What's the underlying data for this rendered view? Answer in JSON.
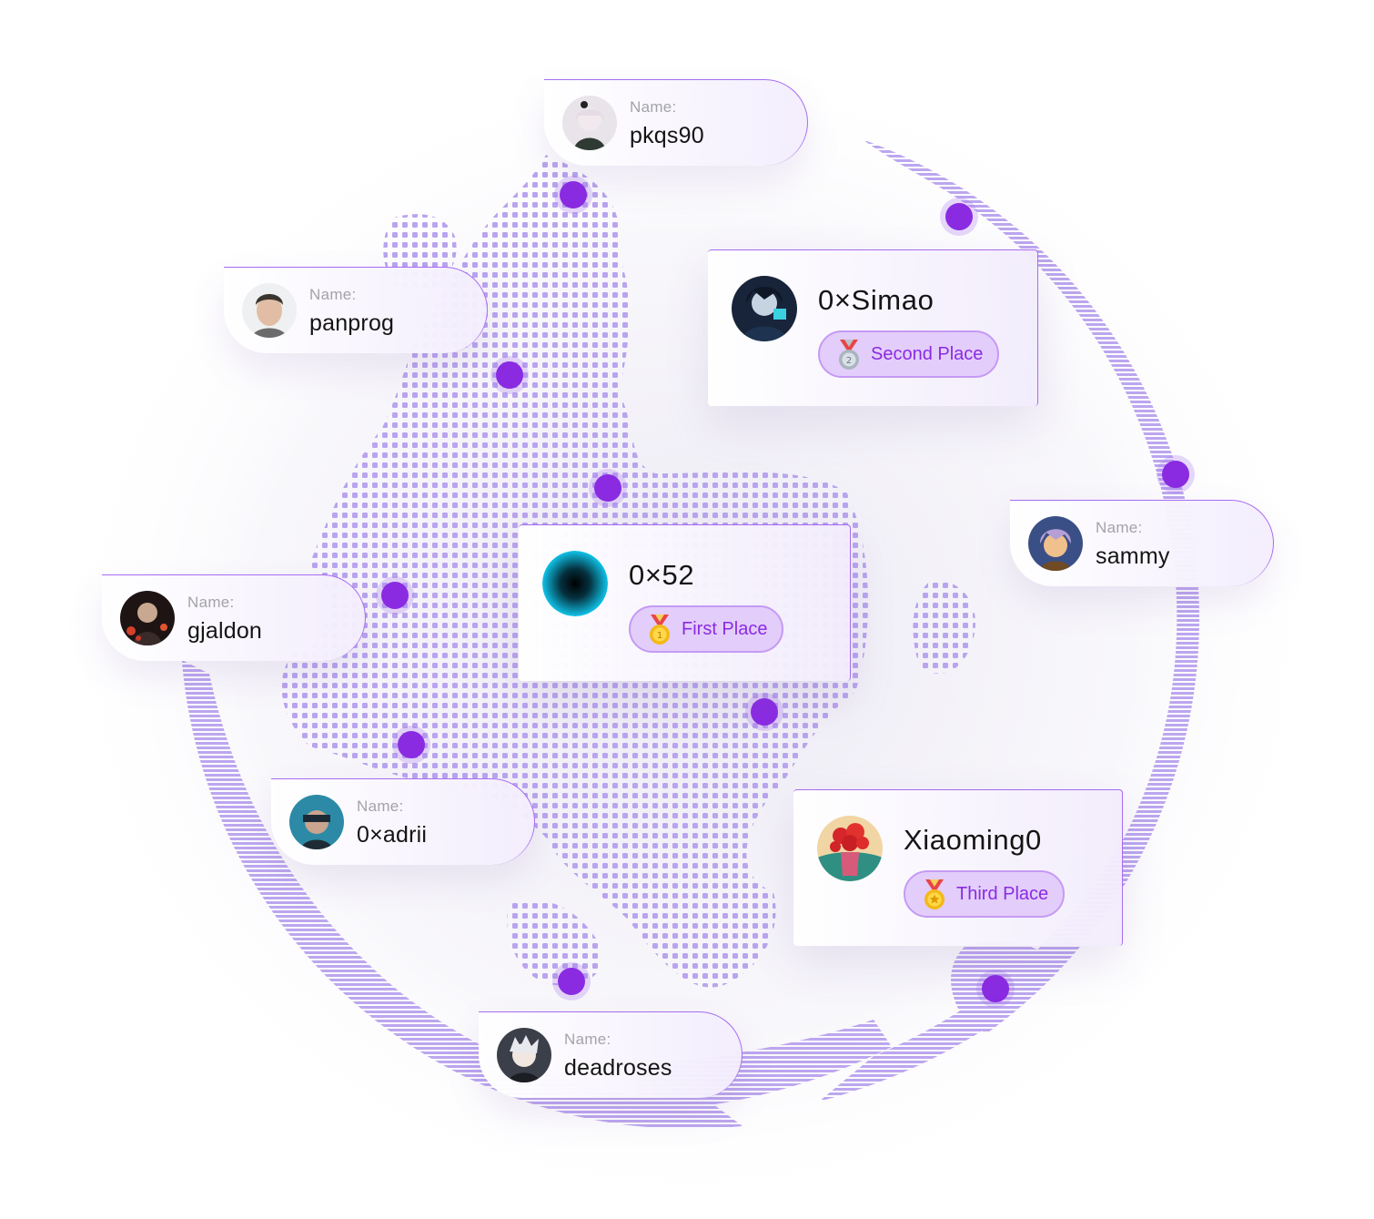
{
  "name_label": "Name:",
  "users": [
    {
      "name": "pkqs90"
    },
    {
      "name": "panprog"
    },
    {
      "name": "gjaldon"
    },
    {
      "name": "0×adrii"
    },
    {
      "name": "deadroses"
    },
    {
      "name": "sammy"
    }
  ],
  "winners": [
    {
      "name": "0×52",
      "place": "First Place",
      "medal_icon": "gold-medal-icon"
    },
    {
      "name": "0×Simao",
      "place": "Second Place",
      "medal_icon": "silver-medal-icon"
    },
    {
      "name": "Xiaoming0",
      "place": "Third Place",
      "medal_icon": "gold-medal-star-icon"
    }
  ],
  "colors": {
    "accent": "#8a2be2",
    "globe_dots": "#b7a1ec",
    "badge_bg": "#e3cdfa",
    "border": "#a86cf0"
  }
}
